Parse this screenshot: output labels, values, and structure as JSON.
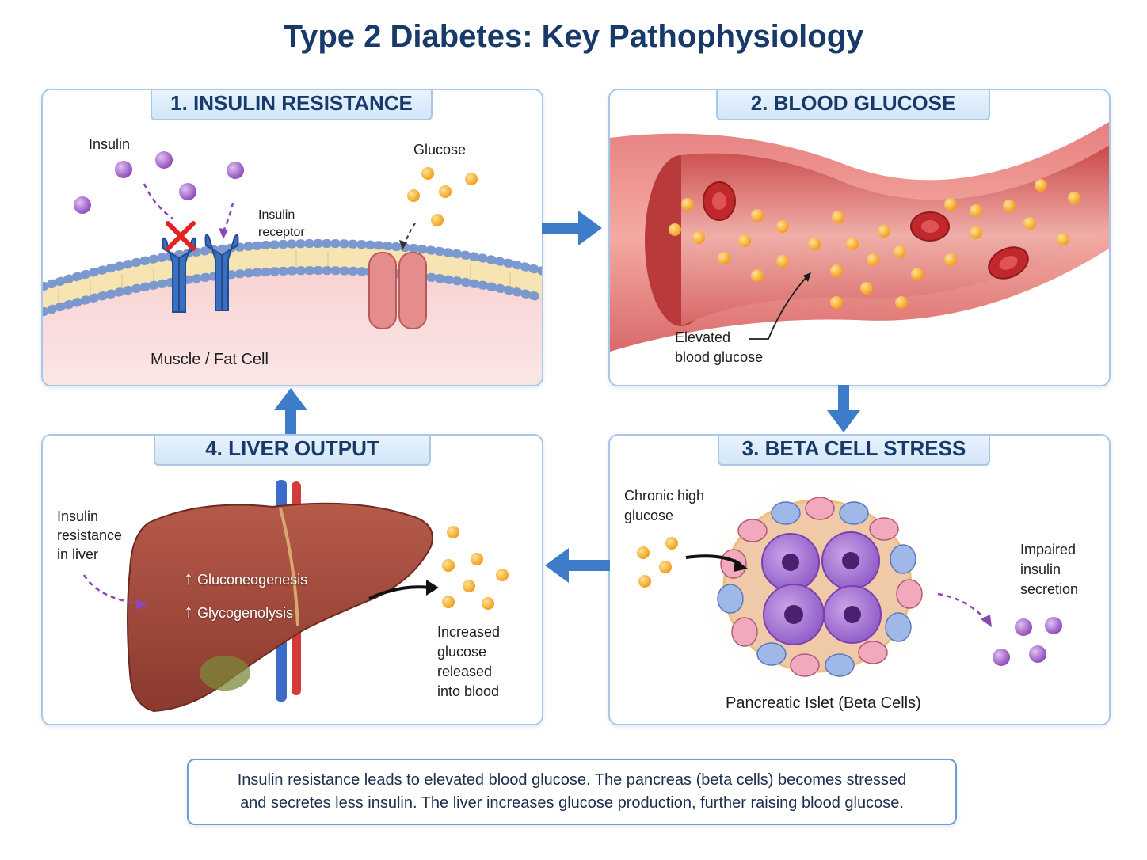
{
  "title": "Type 2 Diabetes: Key Pathophysiology",
  "panels": {
    "insulin_resistance": {
      "title": "1. INSULIN RESISTANCE",
      "label_insulin": "Insulin",
      "label_receptor_1": "Insulin",
      "label_receptor_2": "receptor",
      "label_glucose": "Glucose",
      "label_cell": "Muscle / Fat Cell"
    },
    "blood_glucose": {
      "title": "2. BLOOD GLUCOSE",
      "label_1": "Elevated",
      "label_2": "blood glucose"
    },
    "beta_cell_stress": {
      "title": "3. BETA CELL STRESS",
      "label_chronic_1": "Chronic high",
      "label_chronic_2": "glucose",
      "label_impaired_1": "Impaired",
      "label_impaired_2": "insulin",
      "label_impaired_3": "secretion",
      "label_islet": "Pancreatic Islet (Beta Cells)"
    },
    "liver_output": {
      "title": "4. LIVER OUTPUT",
      "label_resist_1": "Insulin",
      "label_resist_2": "resistance",
      "label_resist_3": "in liver",
      "arrow_glyph": "↑",
      "label_gluconeo": "Gluconeogenesis",
      "label_glycogeno": "Glycogenolysis",
      "label_released_1": "Increased",
      "label_released_2": "glucose",
      "label_released_3": "released",
      "label_released_4": "into blood"
    }
  },
  "summary": {
    "line_1": "Insulin resistance leads to elevated blood glucose. The pancreas (beta cells) becomes stressed",
    "line_2": "and secretes less insulin. The liver increases glucose production, further raising blood glucose."
  },
  "colors": {
    "title": "#173a6a",
    "panel_border": "#a9c7e6",
    "flow_arrow": "#3d7cc9",
    "insulin": "#9b59c6",
    "glucose": "#f5a623",
    "receptor": "#3b6fc0",
    "blocked_x": "#e02424",
    "liver": "#a84a3c"
  },
  "icons": [
    "blocked-x-icon",
    "flow-arrow-icon",
    "dashed-arrow-icon",
    "up-arrow-icon"
  ]
}
